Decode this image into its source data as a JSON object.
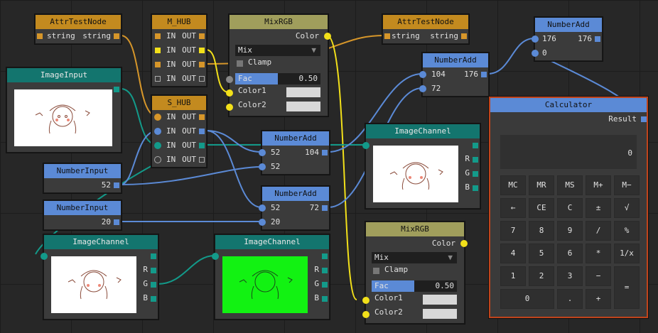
{
  "nodes": {
    "attr1": {
      "title": "AttrTestNode",
      "in": "string",
      "out": "string"
    },
    "attr2": {
      "title": "AttrTestNode",
      "in": "string",
      "out": "string"
    },
    "mhub": {
      "title": "M_HUB",
      "rows": [
        {
          "in": "IN",
          "out": "OUT"
        },
        {
          "in": "IN",
          "out": "OUT"
        },
        {
          "in": "IN",
          "out": "OUT"
        },
        {
          "in": "IN",
          "out": "OUT"
        }
      ]
    },
    "shub": {
      "title": "S_HUB",
      "rows": [
        {
          "in": "IN",
          "out": "OUT"
        },
        {
          "in": "IN",
          "out": "OUT"
        },
        {
          "in": "IN",
          "out": "OUT"
        },
        {
          "in": "IN",
          "out": "OUT"
        }
      ]
    },
    "mix1": {
      "title": "MixRGB",
      "out": "Color",
      "mode": "Mix",
      "clamp": "Clamp",
      "fac_label": "Fac",
      "fac_value": "0.50",
      "color1": "Color1",
      "color2": "Color2"
    },
    "mix2": {
      "title": "MixRGB",
      "out": "Color",
      "mode": "Mix",
      "clamp": "Clamp",
      "fac_label": "Fac",
      "fac_value": "0.50",
      "color1": "Color1",
      "color2": "Color2"
    },
    "imageinput": {
      "title": "ImageInput"
    },
    "numin1": {
      "title": "NumberInput",
      "value": "52"
    },
    "numin2": {
      "title": "NumberInput",
      "value": "20"
    },
    "add1": {
      "title": "NumberAdd",
      "a": "52",
      "b": "52",
      "out": "104"
    },
    "add2": {
      "title": "NumberAdd",
      "a": "52",
      "b": "20",
      "out": "72"
    },
    "add3": {
      "title": "NumberAdd",
      "a": "104",
      "b": "72",
      "out": "176"
    },
    "add4": {
      "title": "NumberAdd",
      "a": "176",
      "b": "0",
      "out": "176"
    },
    "ch1": {
      "title": "ImageChannel",
      "r": "R",
      "g": "G",
      "b": "B"
    },
    "ch2": {
      "title": "ImageChannel",
      "r": "R",
      "g": "G",
      "b": "B"
    },
    "ch3": {
      "title": "ImageChannel",
      "r": "R",
      "g": "G",
      "b": "B"
    }
  },
  "calculator": {
    "title": "Calculator",
    "result_label": "Result",
    "display": "0",
    "rows": [
      [
        "MC",
        "MR",
        "MS",
        "M+",
        "M−"
      ],
      [
        "←",
        "CE",
        "C",
        "±",
        "√"
      ],
      [
        "7",
        "8",
        "9",
        "/",
        "%"
      ],
      [
        "4",
        "5",
        "6",
        "*",
        "1/x"
      ],
      [
        "1",
        "2",
        "3",
        "−",
        "="
      ],
      [
        "0",
        ".",
        "+"
      ]
    ]
  },
  "colors": {
    "accent_orange": "#c38a1f",
    "accent_blue": "#5b8ad6",
    "accent_teal": "#13756e",
    "calc_border": "#c0441c"
  }
}
